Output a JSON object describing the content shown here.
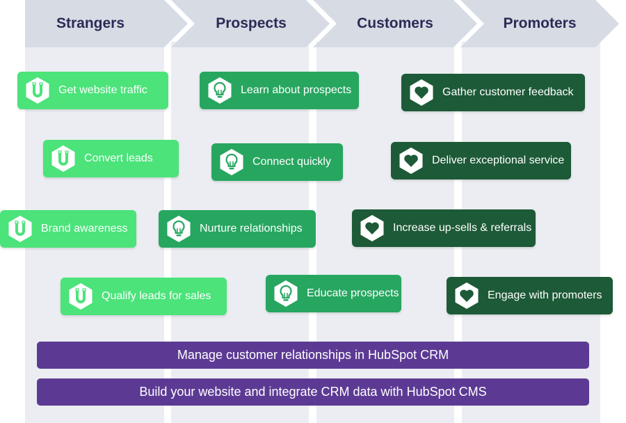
{
  "colors": {
    "stage_bg": "#d6dbe4",
    "column_bg": "#ebedf2",
    "stage_text": "#2c2a55",
    "strangers_card": "#4be37a",
    "prospects_card": "#27a660",
    "customers_card": "#1d5a37",
    "bar": "#5c3a94"
  },
  "stages": [
    {
      "label": "Strangers"
    },
    {
      "label": "Prospects"
    },
    {
      "label": "Customers"
    },
    {
      "label": "Promoters"
    }
  ],
  "cards": {
    "website_traffic": {
      "label": "Get website traffic",
      "icon": "magnet-icon"
    },
    "convert_leads": {
      "label": "Convert leads",
      "icon": "magnet-icon"
    },
    "brand_awareness": {
      "label": "Brand awareness",
      "icon": "magnet-icon"
    },
    "qualify_leads": {
      "label": "Qualify leads for sales",
      "icon": "magnet-icon"
    },
    "learn_prospects": {
      "label": "Learn about prospects",
      "icon": "lightbulb-icon"
    },
    "connect_quickly": {
      "label": "Connect quickly",
      "icon": "lightbulb-icon"
    },
    "nurture": {
      "label": "Nurture relationships",
      "icon": "lightbulb-icon"
    },
    "educate": {
      "label": "Educate prospects",
      "icon": "lightbulb-icon"
    },
    "feedback": {
      "label": "Gather customer feedback",
      "icon": "heart-icon"
    },
    "service": {
      "label": "Deliver exceptional service",
      "icon": "heart-icon"
    },
    "upsells": {
      "label": "Increase up-sells & referrals",
      "icon": "heart-icon"
    },
    "promoters": {
      "label": "Engage with promoters",
      "icon": "heart-icon"
    }
  },
  "bars": [
    {
      "label": "Manage customer relationships in HubSpot CRM"
    },
    {
      "label": "Build your website and integrate CRM data with HubSpot CMS"
    }
  ]
}
